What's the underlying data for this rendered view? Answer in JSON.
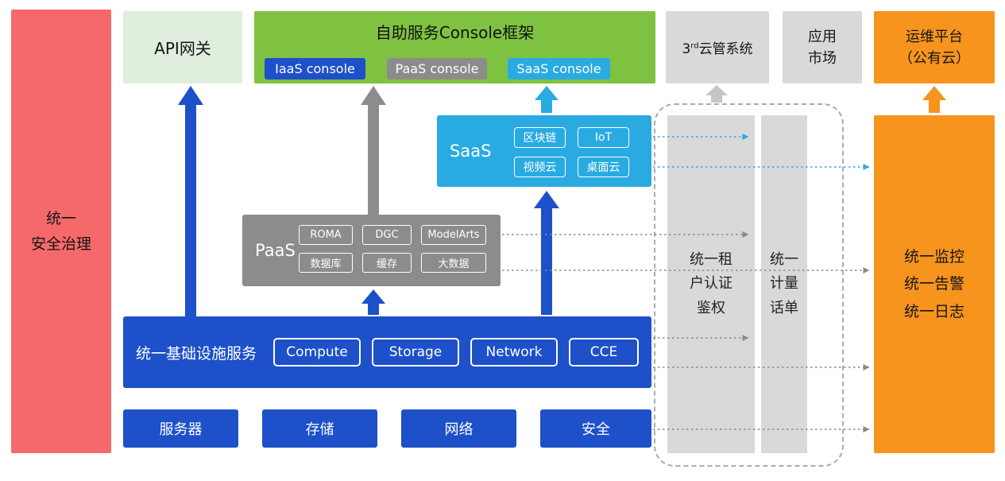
{
  "colors": {
    "blue": "#1D50C9",
    "cyan": "#29ABE2",
    "green": "#7FC241",
    "light_green": "#DFEEDD",
    "gray": "#8C8C8C",
    "light_gray": "#D9D9D9",
    "orange": "#F7941E",
    "red": "#F6696B"
  },
  "security_bar": {
    "lines": [
      "统一",
      "安全治理"
    ]
  },
  "api_gateway": {
    "label": "API网关"
  },
  "console_frame": {
    "title": "自助服务Console框架",
    "buttons": [
      {
        "label": "IaaS console"
      },
      {
        "label": "PaaS console"
      },
      {
        "label": "SaaS console"
      }
    ]
  },
  "third_party": {
    "prefix": "3",
    "sup": "rd",
    "suffix": "云管系统"
  },
  "app_market": {
    "lines": [
      "应用",
      "市场"
    ]
  },
  "ops_platform": {
    "lines": [
      "运维平台",
      "（公有云）"
    ]
  },
  "saas": {
    "label": "SaaS",
    "items": [
      "区块链",
      "IoT",
      "视频云",
      "桌面云"
    ]
  },
  "paas": {
    "label": "PaaS",
    "items": [
      "ROMA",
      "DGC",
      "ModelArts",
      "数据库",
      "缓存",
      "大数据"
    ]
  },
  "infra": {
    "label": "统一基础设施服务",
    "items": [
      "Compute",
      "Storage",
      "Network",
      "CCE"
    ]
  },
  "resources": [
    "服务器",
    "存储",
    "网络",
    "安全"
  ],
  "auth_bar": {
    "lines": [
      "统一租",
      "户认证",
      "鉴权"
    ]
  },
  "metering_bar": {
    "lines": [
      "统一",
      "计量",
      "话单"
    ]
  },
  "monitor_bar": {
    "lines": [
      "统一监控",
      "统一告警",
      "统一日志"
    ]
  }
}
